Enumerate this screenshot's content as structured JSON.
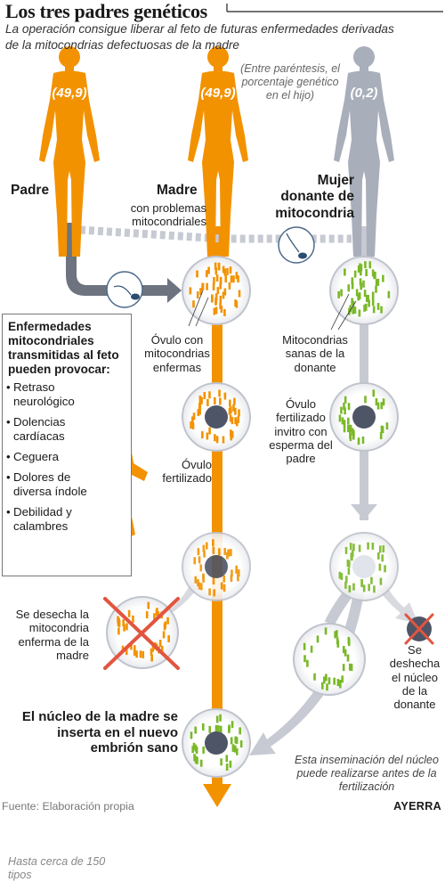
{
  "title": "Los tres padres genéticos",
  "subtitle": "La operación consigue liberar al feto de futuras enfermedades derivadas de la mitocondrias defectuosas de la madre",
  "parents": {
    "father": {
      "label": "Padre",
      "percent": "(49,9)"
    },
    "mother": {
      "label": "Madre",
      "percent": "(49,9)",
      "sublabel": "con problemas mitocondriales"
    },
    "donor": {
      "label": "Mujer donante de mitocondria",
      "percent": "(0,2)"
    },
    "percent_note": "(Entre paréntesis, el porcentaje genético en el hijo)"
  },
  "steps": {
    "ovum_diseased": "Óvulo con mitocondrias enfermas",
    "healthy_mito": "Mitocondrias sanas de la donante",
    "fertilized_mother": "Óvulo fertilizado",
    "fertilized_donor": "Óvulo fertilizado invitro con esperma del padre",
    "discard_mother": "Se desecha la mitocondria enferma de la madre",
    "discard_donor": "Se deshecha el núcleo de la donante",
    "result": "El núcleo de la madre se inserta en el nuevo embrión sano",
    "timing_note": "Esta inseminación del núcleo puede realizarse antes de la fertilización"
  },
  "sidebar": {
    "title": "Enfermedades mitocondriales transmitidas al feto pueden provocar:",
    "items": [
      "Retraso neurológico",
      "Dolencias cardíacas",
      "Ceguera",
      "Dolores de diversa índole",
      "Debilidad y calambres"
    ],
    "note": "Hasta cerca de 150 tipos"
  },
  "footer": {
    "source": "Fuente: Elaboración propia",
    "brand": "AYERRA"
  },
  "colors": {
    "orange": "#f39200",
    "orange_light": "#f6a623",
    "grey_figure": "#a9aebb",
    "arrow_grey": "#c7cad3",
    "arrow_dark": "#6d7480",
    "green": "#7ab829",
    "nucleus": "#4e5566",
    "cross": "#e2553f"
  }
}
